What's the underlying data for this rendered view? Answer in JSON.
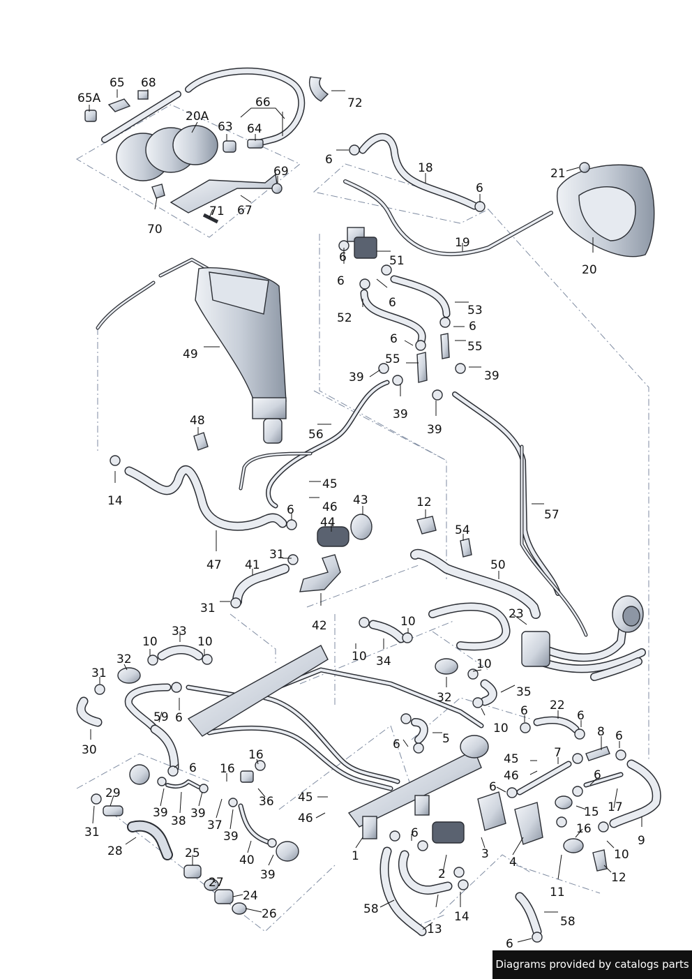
{
  "colors": {
    "line": "#2a2d33",
    "hose_fill": "#e9ecf1",
    "part_fill": "#cfd5de",
    "dark_part": "#5a6270",
    "dash": "#7d8aa0",
    "banner_bg": "#111111",
    "banner_text": "#ffffff"
  },
  "watermark": "Diagrams provided by catalogs parts",
  "callouts": [
    {
      "id": "65A",
      "label": "65A"
    },
    {
      "id": "65",
      "label": "65"
    },
    {
      "id": "68",
      "label": "68"
    },
    {
      "id": "66",
      "label": "66"
    },
    {
      "id": "72",
      "label": "72"
    },
    {
      "id": "20A",
      "label": "20A"
    },
    {
      "id": "63",
      "label": "63"
    },
    {
      "id": "64",
      "label": "64"
    },
    {
      "id": "69",
      "label": "69"
    },
    {
      "id": "71",
      "label": "71"
    },
    {
      "id": "67",
      "label": "67"
    },
    {
      "id": "70",
      "label": "70"
    },
    {
      "id": "6a",
      "label": "6"
    },
    {
      "id": "18",
      "label": "18"
    },
    {
      "id": "6b",
      "label": "6"
    },
    {
      "id": "21",
      "label": "21"
    },
    {
      "id": "19",
      "label": "19"
    },
    {
      "id": "20",
      "label": "20"
    },
    {
      "id": "6c",
      "label": "6"
    },
    {
      "id": "51",
      "label": "51"
    },
    {
      "id": "6d",
      "label": "6"
    },
    {
      "id": "6e",
      "label": "6"
    },
    {
      "id": "53",
      "label": "53"
    },
    {
      "id": "52",
      "label": "52"
    },
    {
      "id": "6f",
      "label": "6"
    },
    {
      "id": "6g",
      "label": "6"
    },
    {
      "id": "55a",
      "label": "55"
    },
    {
      "id": "55b",
      "label": "55"
    },
    {
      "id": "39a",
      "label": "39"
    },
    {
      "id": "39b",
      "label": "39"
    },
    {
      "id": "39c",
      "label": "39"
    },
    {
      "id": "39d",
      "label": "39"
    },
    {
      "id": "49",
      "label": "49"
    },
    {
      "id": "48",
      "label": "48"
    },
    {
      "id": "56",
      "label": "56"
    },
    {
      "id": "14a",
      "label": "14"
    },
    {
      "id": "45a",
      "label": "45"
    },
    {
      "id": "46a",
      "label": "46"
    },
    {
      "id": "6h",
      "label": "6"
    },
    {
      "id": "43",
      "label": "43"
    },
    {
      "id": "44",
      "label": "44"
    },
    {
      "id": "12a",
      "label": "12"
    },
    {
      "id": "57",
      "label": "57"
    },
    {
      "id": "54",
      "label": "54"
    },
    {
      "id": "47",
      "label": "47"
    },
    {
      "id": "31a",
      "label": "31"
    },
    {
      "id": "41",
      "label": "41"
    },
    {
      "id": "50",
      "label": "50"
    },
    {
      "id": "31b",
      "label": "31"
    },
    {
      "id": "42",
      "label": "42"
    },
    {
      "id": "23",
      "label": "23"
    },
    {
      "id": "33",
      "label": "33"
    },
    {
      "id": "10a",
      "label": "10"
    },
    {
      "id": "10b",
      "label": "10"
    },
    {
      "id": "10c",
      "label": "10"
    },
    {
      "id": "34",
      "label": "34"
    },
    {
      "id": "10d",
      "label": "10"
    },
    {
      "id": "32a",
      "label": "32"
    },
    {
      "id": "10e",
      "label": "10"
    },
    {
      "id": "31c",
      "label": "31"
    },
    {
      "id": "35",
      "label": "35"
    },
    {
      "id": "32b",
      "label": "32"
    },
    {
      "id": "59",
      "label": "59"
    },
    {
      "id": "6i",
      "label": "6"
    },
    {
      "id": "10f",
      "label": "10"
    },
    {
      "id": "22",
      "label": "22"
    },
    {
      "id": "6j",
      "label": "6"
    },
    {
      "id": "6k",
      "label": "6"
    },
    {
      "id": "30",
      "label": "30"
    },
    {
      "id": "8",
      "label": "8"
    },
    {
      "id": "6l",
      "label": "6"
    },
    {
      "id": "5",
      "label": "5"
    },
    {
      "id": "6m",
      "label": "6"
    },
    {
      "id": "16a",
      "label": "16"
    },
    {
      "id": "7",
      "label": "7"
    },
    {
      "id": "45b",
      "label": "45"
    },
    {
      "id": "6n",
      "label": "6"
    },
    {
      "id": "16b",
      "label": "16"
    },
    {
      "id": "46b",
      "label": "46"
    },
    {
      "id": "6o",
      "label": "6"
    },
    {
      "id": "29",
      "label": "29"
    },
    {
      "id": "36",
      "label": "36"
    },
    {
      "id": "6p",
      "label": "6"
    },
    {
      "id": "15",
      "label": "15"
    },
    {
      "id": "17",
      "label": "17"
    },
    {
      "id": "45c",
      "label": "45"
    },
    {
      "id": "39e",
      "label": "39"
    },
    {
      "id": "38",
      "label": "38"
    },
    {
      "id": "39f",
      "label": "39"
    },
    {
      "id": "37",
      "label": "37"
    },
    {
      "id": "39g",
      "label": "39"
    },
    {
      "id": "46c",
      "label": "46"
    },
    {
      "id": "31d",
      "label": "31"
    },
    {
      "id": "16c",
      "label": "16"
    },
    {
      "id": "9",
      "label": "9"
    },
    {
      "id": "28",
      "label": "28"
    },
    {
      "id": "6q",
      "label": "6"
    },
    {
      "id": "10g",
      "label": "10"
    },
    {
      "id": "1",
      "label": "1"
    },
    {
      "id": "3",
      "label": "3"
    },
    {
      "id": "4",
      "label": "4"
    },
    {
      "id": "25",
      "label": "25"
    },
    {
      "id": "40",
      "label": "40"
    },
    {
      "id": "12b",
      "label": "12"
    },
    {
      "id": "27",
      "label": "27"
    },
    {
      "id": "39h",
      "label": "39"
    },
    {
      "id": "2",
      "label": "2"
    },
    {
      "id": "24",
      "label": "24"
    },
    {
      "id": "11",
      "label": "11"
    },
    {
      "id": "58a",
      "label": "58"
    },
    {
      "id": "26",
      "label": "26"
    },
    {
      "id": "14b",
      "label": "14"
    },
    {
      "id": "13",
      "label": "13"
    },
    {
      "id": "58b",
      "label": "58"
    },
    {
      "id": "6r",
      "label": "6"
    }
  ]
}
